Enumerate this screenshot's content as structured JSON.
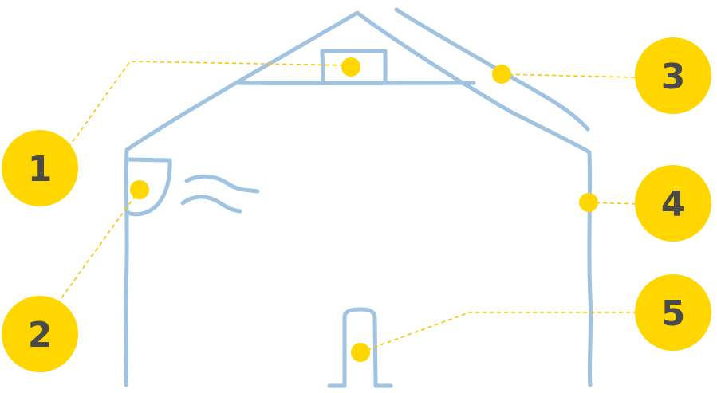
{
  "colors": {
    "sketch": "#9fc3e0",
    "marker": "#ffd600",
    "leader": "#f5c800",
    "number": "#4a4a4a",
    "background": "#ffffff"
  },
  "markers": [
    {
      "number": "1"
    },
    {
      "number": "2"
    },
    {
      "number": "3"
    },
    {
      "number": "4"
    },
    {
      "number": "5"
    }
  ]
}
